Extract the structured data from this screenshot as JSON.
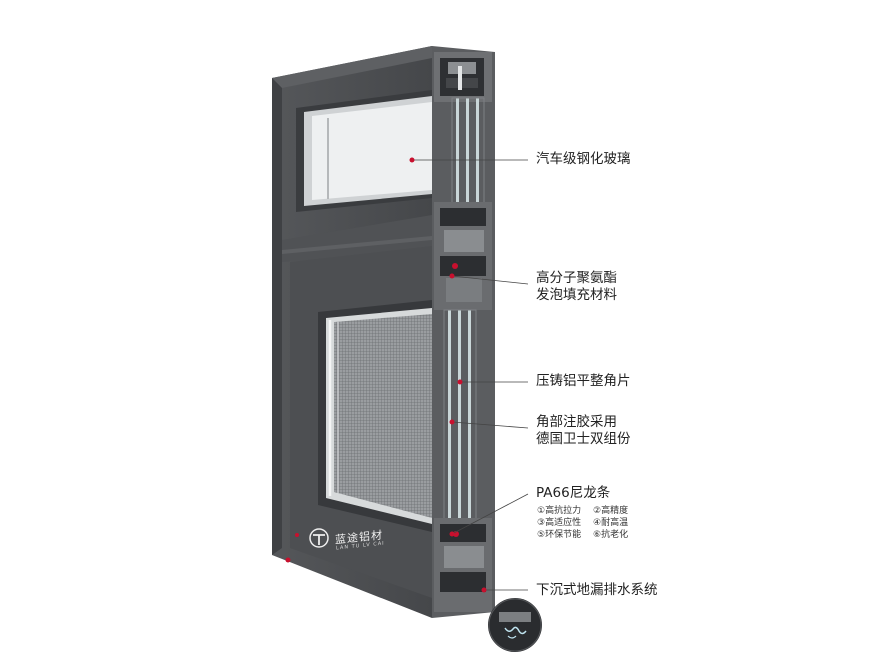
{
  "callouts": {
    "glass": "汽车级钢化玻璃",
    "foam_line1": "高分子聚氨酯",
    "foam_line2": "发泡填充材料",
    "corner": "压铸铝平整角片",
    "glue_line1": "角部注胶采用",
    "glue_line2": "德国卫士双组份",
    "strip": "PA66尼龙条",
    "strip_features": [
      "①高抗拉力",
      "②高精度",
      "③高适应性",
      "④耐高温",
      "⑤环保节能",
      "⑥抗老化"
    ],
    "drain": "下沉式地漏排水系统"
  },
  "brand": {
    "name": "蓝途铝材",
    "subtitle": "LAN TU LV CAI"
  },
  "colors": {
    "frame": "#4a4c4f",
    "frame_dark": "#3a3c3f",
    "glass": "#eef0f1",
    "mesh": "#8a8d90",
    "accent_red": "#c8102e"
  }
}
